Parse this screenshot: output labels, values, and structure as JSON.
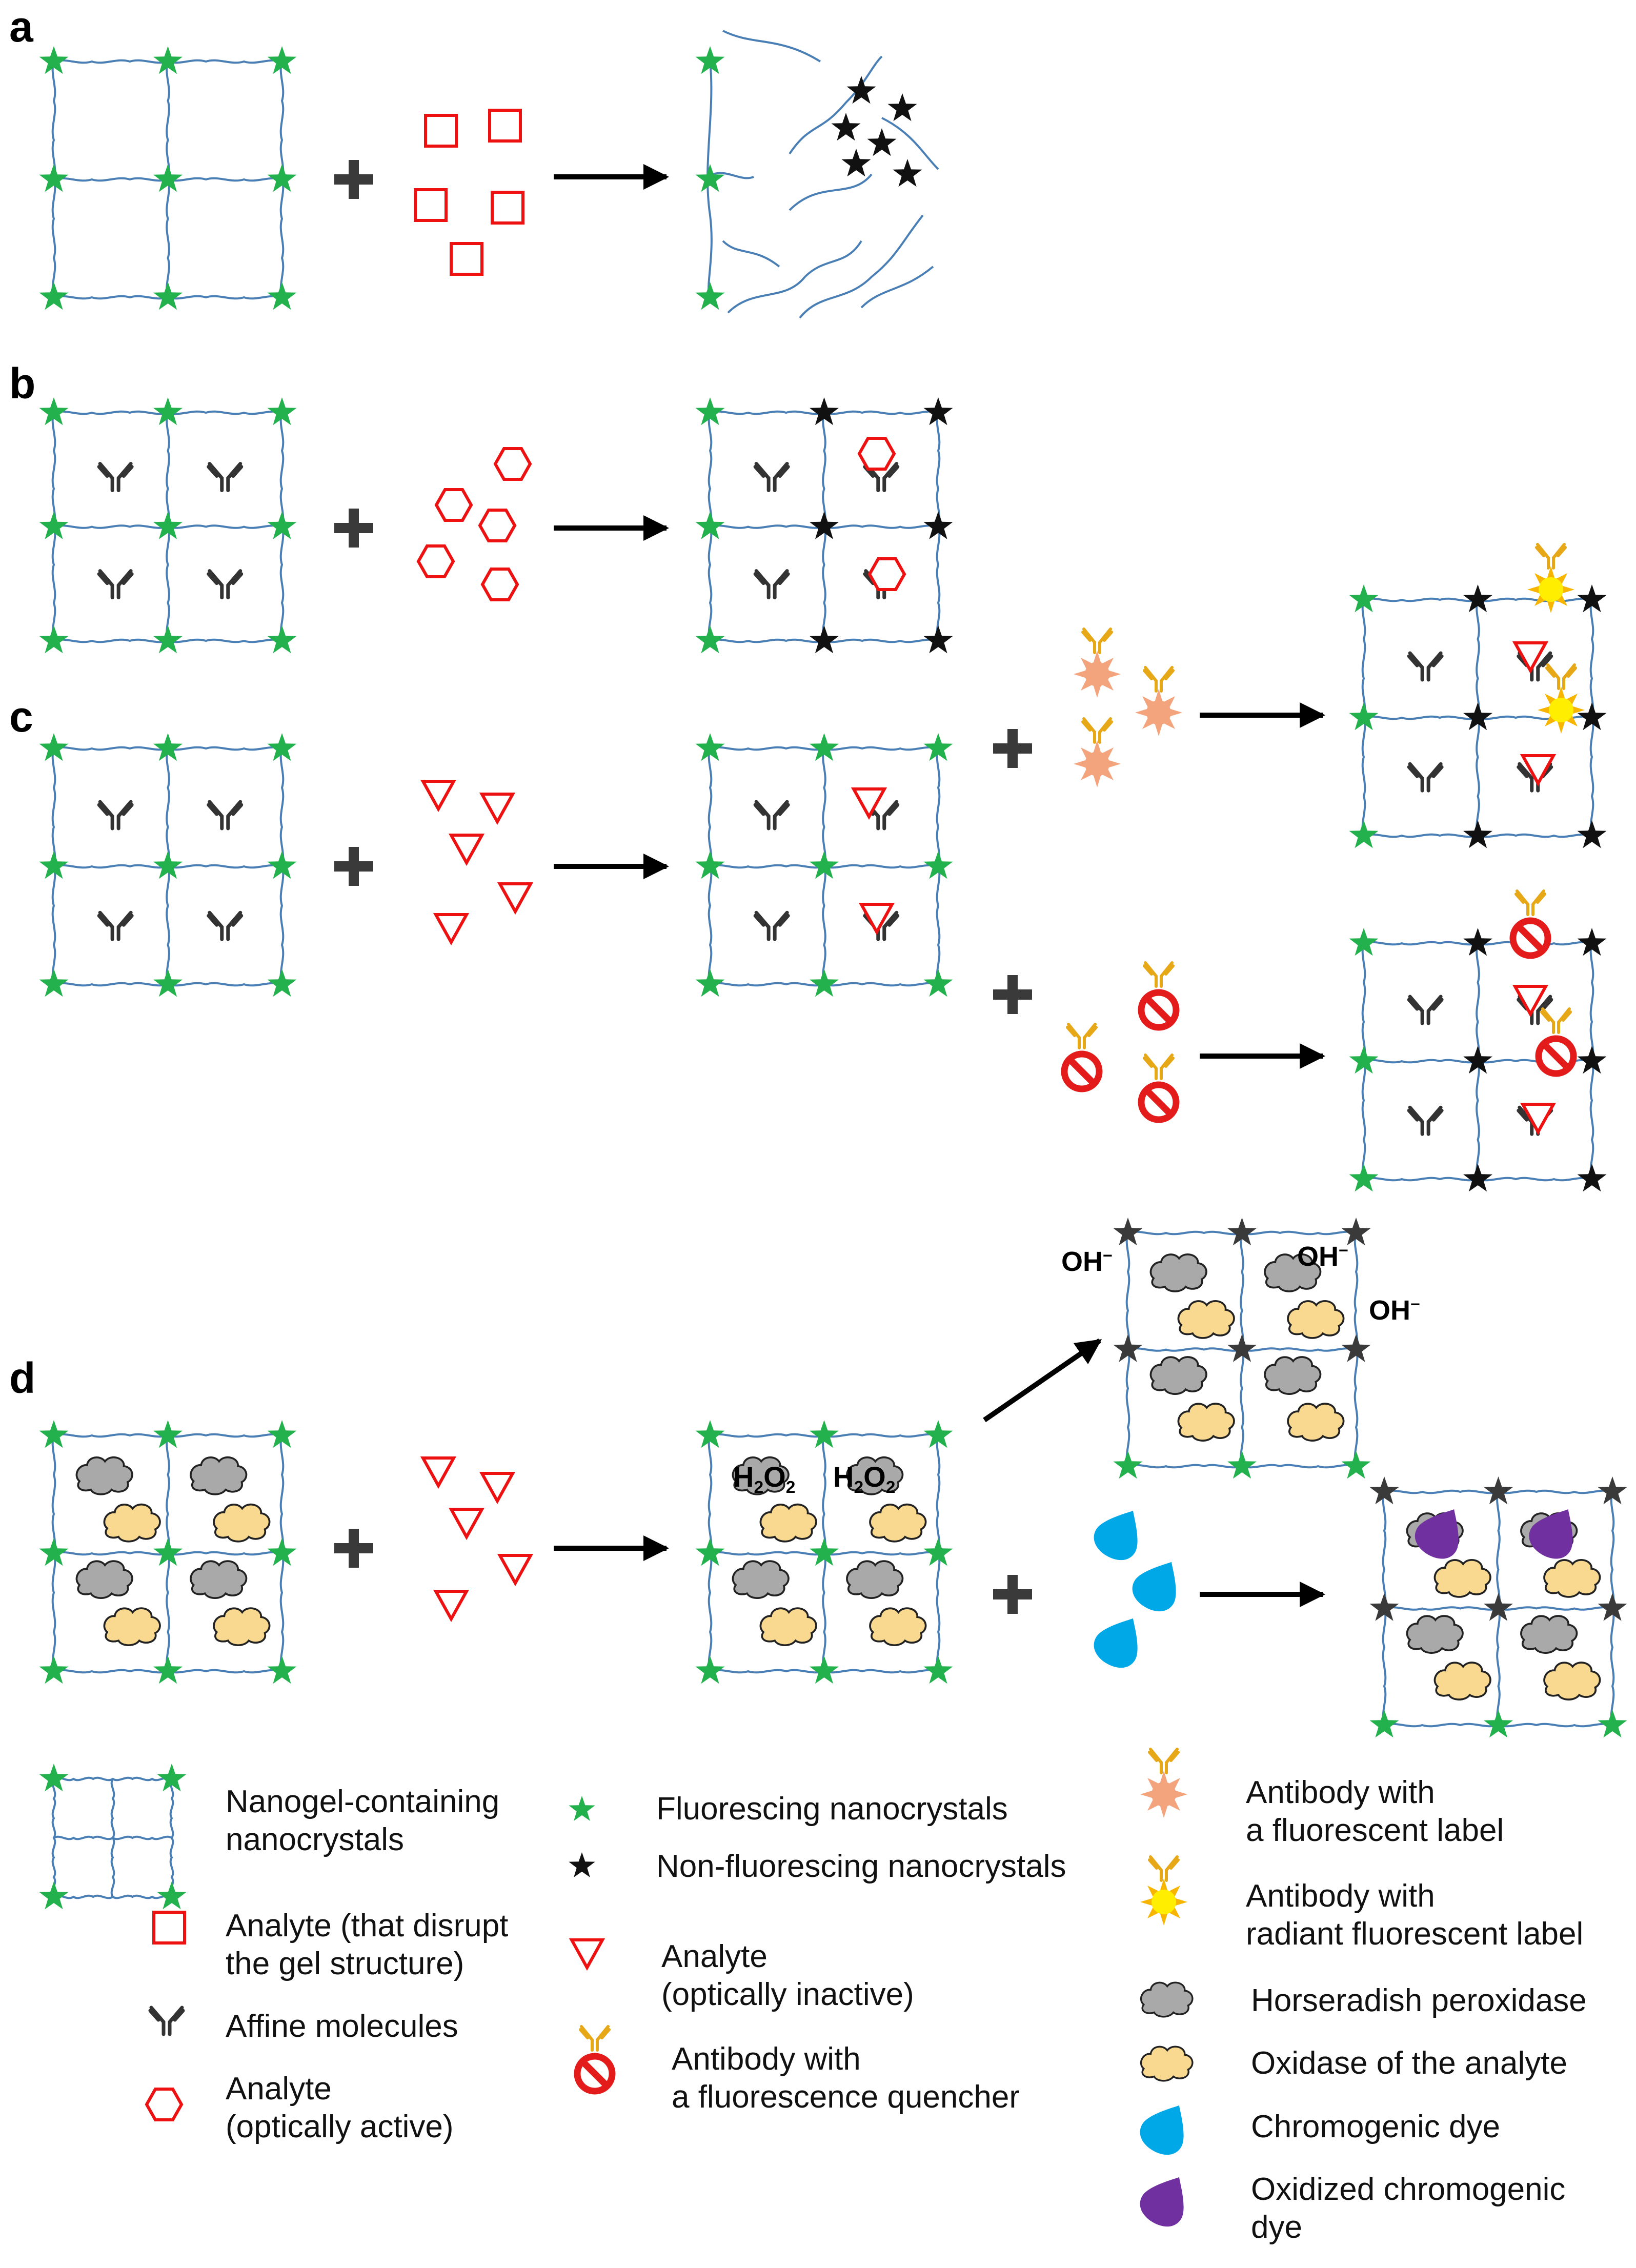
{
  "panels": {
    "a": "a",
    "b": "b",
    "c": "c",
    "d": "d"
  },
  "chem_labels": {
    "hydroxide": "OH",
    "hydroxide_charge": "−",
    "h2o2_h": "H",
    "h2o2_2a": "2",
    "h2o2_o": "O",
    "h2o2_2b": "2"
  },
  "legend": {
    "nanogel": "Nanogel-containing\nnanocrystals",
    "analyte_disrupt": "Analyte (that disrupt\nthe gel structure)",
    "affine": "Affine molecules",
    "analyte_active": "Analyte\n(optically active)",
    "fluorescing": "Fluorescing nanocrystals",
    "non_fluorescing": "Non-fluorescing nanocrystals",
    "analyte_inactive": "Analyte\n(optically inactive)",
    "ab_quencher": "Antibody with\na fluorescence quencher",
    "ab_fluor": "Antibody with\na fluorescent label",
    "ab_radiant": "Antibody with\nradiant fluorescent label",
    "hrp": "Horseradish peroxidase",
    "oxidase": "Oxidase of the analyte",
    "chromogenic": "Chromogenic dye",
    "oxidized_chromogenic": "Oxidized chromogenic\ndye"
  },
  "colors": {
    "gel_line": "#4a7fb5",
    "fluorescing_star": "#22b14c",
    "non_fluorescing_star": "#111111",
    "grey_star": "#3a3a3a",
    "analyte": "#ee1111",
    "affine": "#333333",
    "antibody_gold": "#e6a817",
    "fluor_label": "#f4a47c",
    "radiant_label": "#ffee00",
    "quencher": "#e31b1b",
    "hrp": "#a9a9a9",
    "oxidase": "#f9d990",
    "chromogenic": "#00a8e8",
    "oxidized": "#7030a0"
  }
}
